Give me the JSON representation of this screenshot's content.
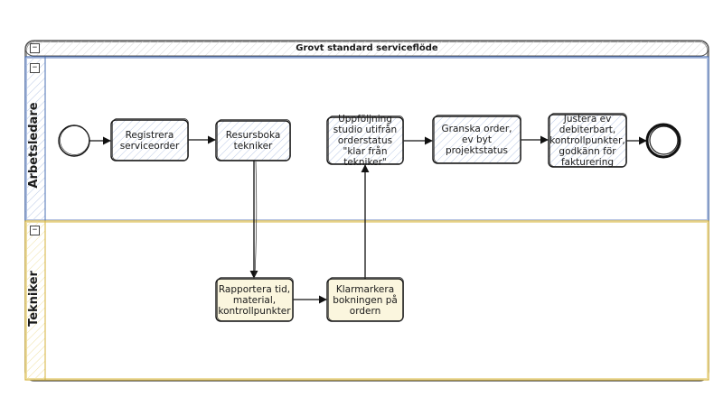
{
  "pool": {
    "title": "Grovt standard serviceflöde",
    "toggle": "−"
  },
  "lanes": [
    {
      "id": "arbetsledare",
      "label": "Arbetsledare",
      "toggle": "−",
      "color": "#4a6fb3"
    },
    {
      "id": "tekniker",
      "label": "Tekniker",
      "toggle": "−",
      "color": "#d4b23a"
    }
  ],
  "tasks": [
    {
      "id": "registrera",
      "lane": "arbetsledare",
      "label": "Registrera serviceorder",
      "fill": "#dde6f3"
    },
    {
      "id": "resursboka",
      "lane": "arbetsledare",
      "label": "Resursboka tekniker",
      "fill": "#dde6f3"
    },
    {
      "id": "uppfoljning",
      "lane": "arbetsledare",
      "label": "Uppföljning studio utifrån orderstatus \"klar från tekniker\"",
      "fill": "#dde6f3"
    },
    {
      "id": "granska",
      "lane": "arbetsledare",
      "label": "Granska order, ev byt projektstatus",
      "fill": "#dde6f3"
    },
    {
      "id": "justera",
      "lane": "arbetsledare",
      "label": "Justera ev debiterbart, kontrollpunkter, godkänn för fakturering",
      "fill": "#dde6f3"
    },
    {
      "id": "rapportera",
      "lane": "tekniker",
      "label": "Rapportera tid, material, kontrollpunkter",
      "fill": "#fbf6de"
    },
    {
      "id": "klarmarkera",
      "lane": "tekniker",
      "label": "Klarmarkera bokningen på ordern",
      "fill": "#fbf6de"
    }
  ],
  "events": [
    {
      "id": "start",
      "type": "start"
    },
    {
      "id": "end",
      "type": "end"
    }
  ],
  "flows": [
    {
      "from": "start",
      "to": "registrera"
    },
    {
      "from": "registrera",
      "to": "resursboka"
    },
    {
      "from": "resursboka",
      "to": "rapportera"
    },
    {
      "from": "rapportera",
      "to": "klarmarkera"
    },
    {
      "from": "klarmarkera",
      "to": "uppfoljning"
    },
    {
      "from": "uppfoljning",
      "to": "granska"
    },
    {
      "from": "granska",
      "to": "justera"
    },
    {
      "from": "justera",
      "to": "end"
    }
  ]
}
